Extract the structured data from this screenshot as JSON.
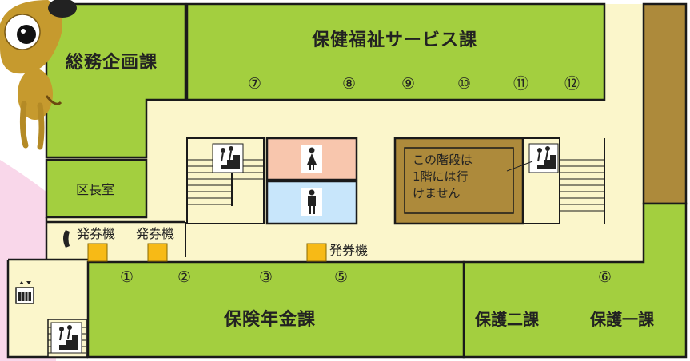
{
  "rooms": {
    "general_affairs": "総務企画課",
    "health_welfare": "保健福祉サービス課",
    "mayor_office": "区長室",
    "insurance_pension": "保険年金課",
    "welfare_2": "保護二課",
    "welfare_1": "保護一課"
  },
  "windows_top": [
    "⑦",
    "⑧",
    "⑨",
    "⑩",
    "⑪",
    "⑫"
  ],
  "windows_bottom": [
    "①",
    "②",
    "③",
    "⑤"
  ],
  "window_right": "⑥",
  "ticket_machines": [
    "発券機",
    "発券機",
    "発券機"
  ],
  "stair_note": {
    "line1": "この階段は",
    "line2": "1階には行",
    "line3": "けません"
  },
  "icons": [
    "mascot-dog",
    "telephone-icon",
    "elevator-icon",
    "stairs-icon",
    "female-restroom-icon",
    "male-restroom-icon"
  ],
  "colors": {
    "office_green": "#a3cf3f",
    "corridor": "#fbf6cb",
    "female_restroom": "#f8c6ad",
    "male_restroom": "#c8e6fb",
    "closed_stair": "#ad8a3b",
    "ticket_machine": "#f7ba16",
    "background_pink": "#f9d7ea"
  }
}
